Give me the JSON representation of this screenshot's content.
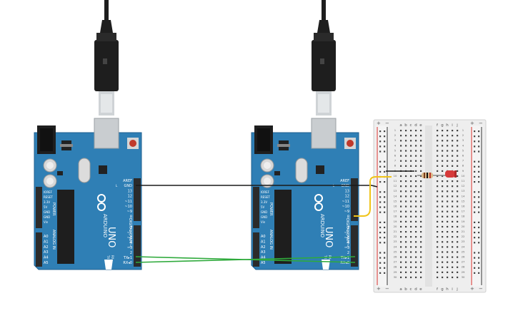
{
  "colors": {
    "board": "#2f7fb5",
    "board_dark": "#1f5f8f",
    "header": "#2b2b2b",
    "usb_metal": "#cfd3d6",
    "plug": "#1e1e1e",
    "breadboard": "#eeeeee",
    "rail_red": "#d9302b",
    "rail_black": "#333333",
    "wire_black": "#1a1a1a",
    "wire_green": "#2faa3c",
    "wire_yellow": "#f0c419",
    "led": "#d63a3a",
    "reset_button": "#c0392b"
  },
  "boards": [
    {
      "name": "left",
      "brand": "ARDUINO",
      "model": "UNO",
      "digital_label": "DIGITAL (PWM~)",
      "power_label": "POWER",
      "analog_label": "ANALOG IN",
      "top_pins": [
        "AREF",
        "GND",
        "13",
        "12",
        "~11",
        "~10",
        "~9",
        "8"
      ],
      "bottom_pins": [
        "7",
        "~6",
        "~5",
        "4",
        "~3",
        "2",
        "TX▸1",
        "RX◂0"
      ],
      "power_pins": [
        "IOREF",
        "RESET",
        "3.3V",
        "5V",
        "GND",
        "GND",
        "Vin"
      ],
      "analog_pins": [
        "A0",
        "A1",
        "A2",
        "A3",
        "A4",
        "A5"
      ],
      "tx_label": "TX",
      "rx_label": "RX",
      "l_label": "L",
      "on_label": "ON"
    },
    {
      "name": "right",
      "brand": "ARDUINO",
      "model": "UNO",
      "digital_label": "DIGITAL (PWM~)",
      "power_label": "POWER",
      "analog_label": "ANALOG IN",
      "top_pins": [
        "AREF",
        "GND",
        "13",
        "12",
        "~11",
        "~10",
        "~9",
        "8"
      ],
      "bottom_pins": [
        "7",
        "~6",
        "~5",
        "4",
        "~3",
        "2",
        "TX▸1",
        "RX◂0"
      ],
      "power_pins": [
        "IOREF",
        "RESET",
        "3.3V",
        "5V",
        "GND",
        "GND",
        "Vin"
      ],
      "analog_pins": [
        "A0",
        "A1",
        "A2",
        "A3",
        "A4",
        "A5"
      ],
      "tx_label": "TX",
      "rx_label": "RX",
      "l_label": "L",
      "on_label": "ON"
    }
  ],
  "breadboard": {
    "columns_left": [
      "a",
      "b",
      "c",
      "d",
      "e"
    ],
    "columns_right": [
      "f",
      "g",
      "h",
      "i",
      "j"
    ],
    "plus_label": "+",
    "minus_label": "−",
    "rows": [
      "1",
      "2",
      "3",
      "4",
      "5",
      "6",
      "7",
      "8",
      "9",
      "10",
      "11",
      "12",
      "13",
      "14",
      "15",
      "16",
      "17",
      "18",
      "19",
      "20",
      "21",
      "22",
      "23",
      "24",
      "25",
      "26",
      "27",
      "28",
      "29",
      "30"
    ]
  },
  "components": {
    "resistor": "resistor",
    "led": "led"
  },
  "wires": [
    {
      "name": "gnd-wire",
      "color": "black"
    },
    {
      "name": "tx-rx-wire",
      "color": "green"
    },
    {
      "name": "rx-tx-wire",
      "color": "green"
    },
    {
      "name": "pin9-wire",
      "color": "yellow"
    }
  ]
}
